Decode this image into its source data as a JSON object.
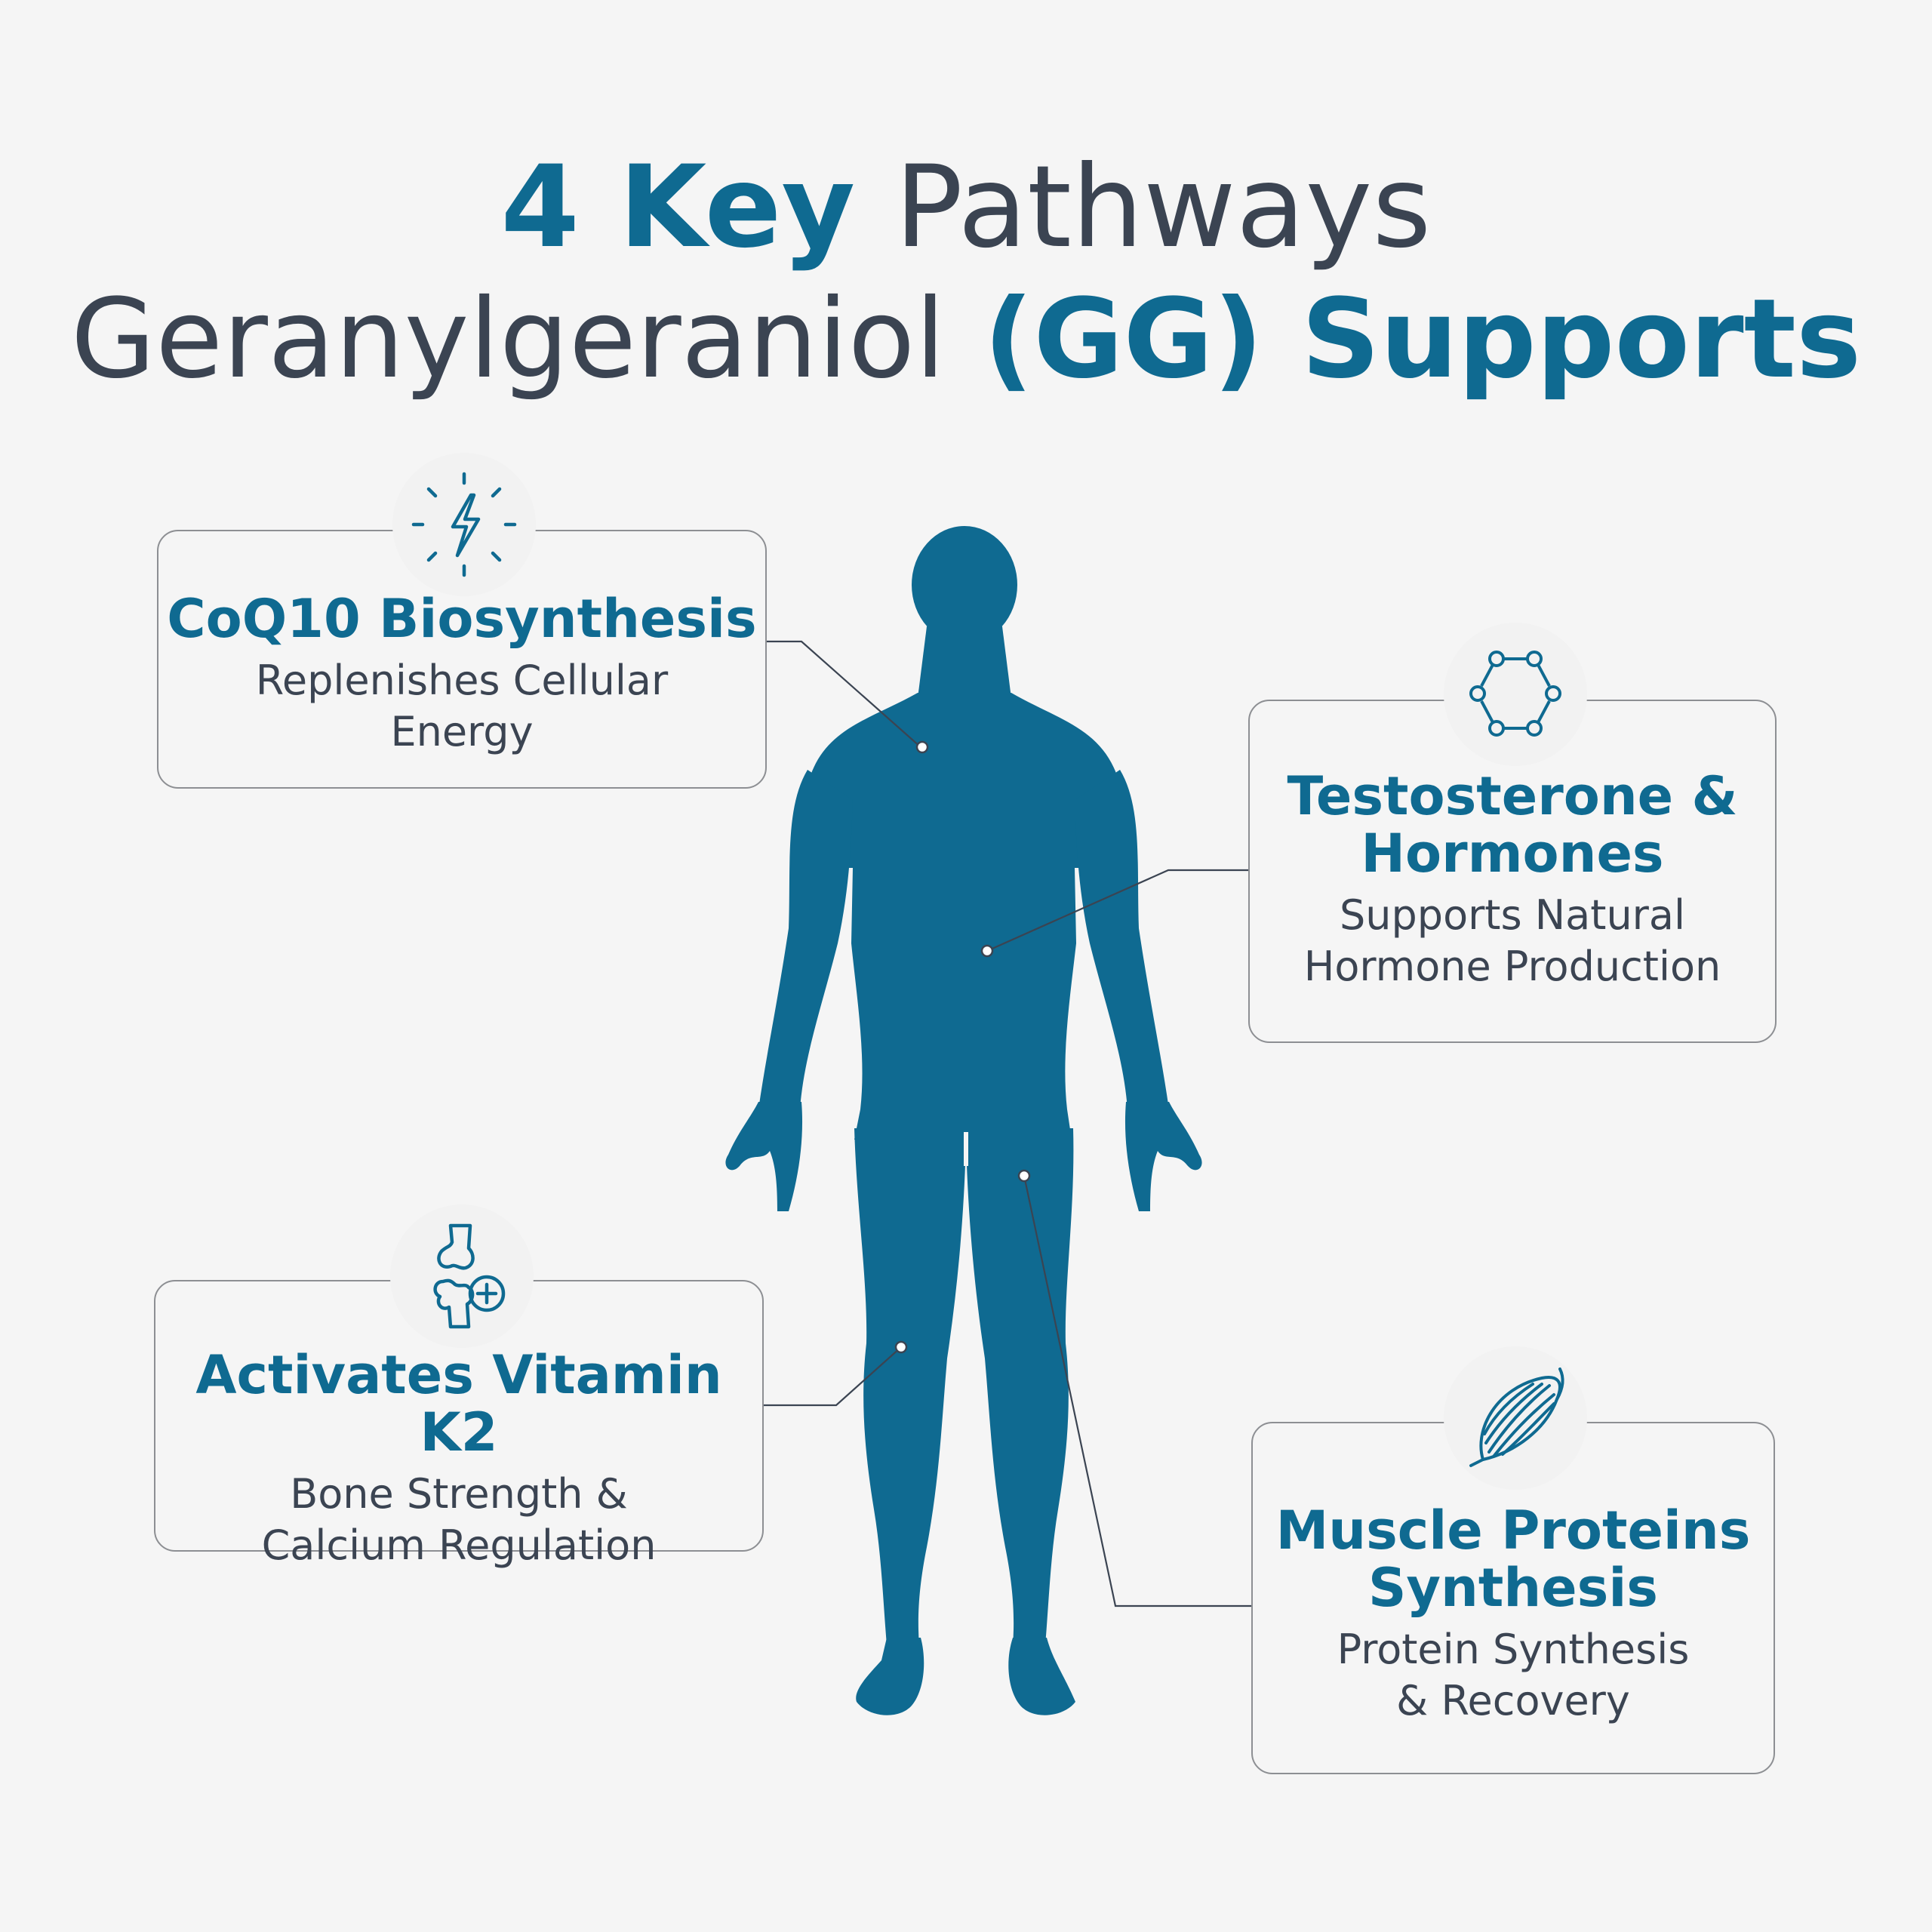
{
  "heading": {
    "line1_accent": "4 Key",
    "line1_rest": "Pathways",
    "line2_lead": "Geranylgeraniol",
    "line2_accent": "(GG) Supports"
  },
  "pathways": [
    {
      "title": "CoQ10 Biosynthesis",
      "desc_line1": "Replenishes Cellular",
      "desc_line2": "Energy",
      "icon": "lightning-bolt-icon"
    },
    {
      "title_line1": "Testosterone &",
      "title_line2": "Hormones",
      "desc_line1": "Supports Natural",
      "desc_line2": "Hormone Production",
      "icon": "molecule-ring-icon"
    },
    {
      "title": "Activates Vitamin K2",
      "desc_line1": "Bone Strength &",
      "desc_line2": "Calcium Regulation",
      "icon": "bone-joint-icon"
    },
    {
      "title_line1": "Muscle Proteins",
      "title_line2": "Synthesis",
      "desc_line1": "Protein Synthesis",
      "desc_line2": "& Recovery",
      "icon": "muscle-fiber-icon"
    }
  ],
  "colors": {
    "accent": "#0f6a91",
    "text": "#3b4452",
    "background": "#f5f5f5",
    "border": "#8d8f93"
  }
}
